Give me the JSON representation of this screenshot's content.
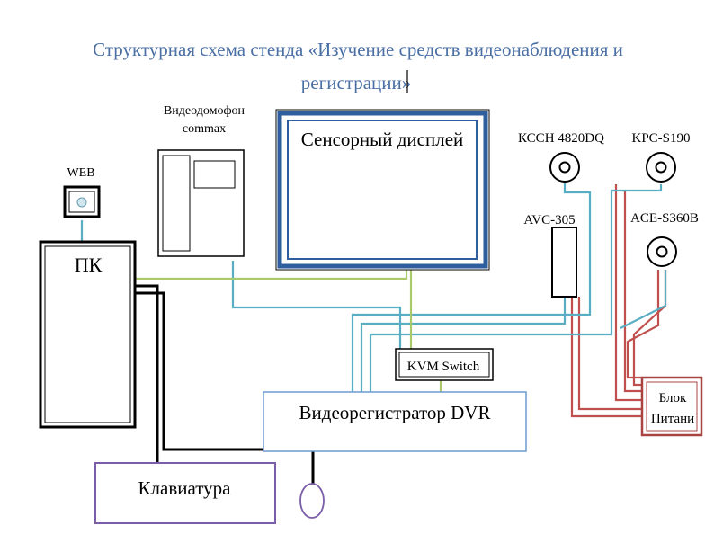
{
  "title": {
    "line1": "Структурная схема стенда «Изучение средств видеонаблюдения и",
    "line2": "регистрации»"
  },
  "blocks": {
    "web": "WEB",
    "pc": "ПК",
    "intercom_line1": "Видеодомофон",
    "intercom_line2": "commax",
    "touch_display": "Сенсорный дисплей",
    "cam1": "КССН 4820DQ",
    "cam2": "KPC-S190",
    "avc": "AVC-305",
    "cam3": "ACE-S360B",
    "kvm": "KVM Switch",
    "dvr": "Видеорегистратор DVR",
    "power_line1": "Блок",
    "power_line2": "Питани",
    "keyboard": "Клавиатура"
  },
  "colors": {
    "title": "#4a6fa5",
    "video_link": "#5aaec4",
    "kvm_link": "#a9c96a",
    "power_link": "#c0504d",
    "pc_link": "#000000",
    "display_border": "#2e5e9e",
    "dvr_border": "#6d9bd1",
    "keyboard_border": "#7b5ea7",
    "power_border": "#a94442"
  }
}
